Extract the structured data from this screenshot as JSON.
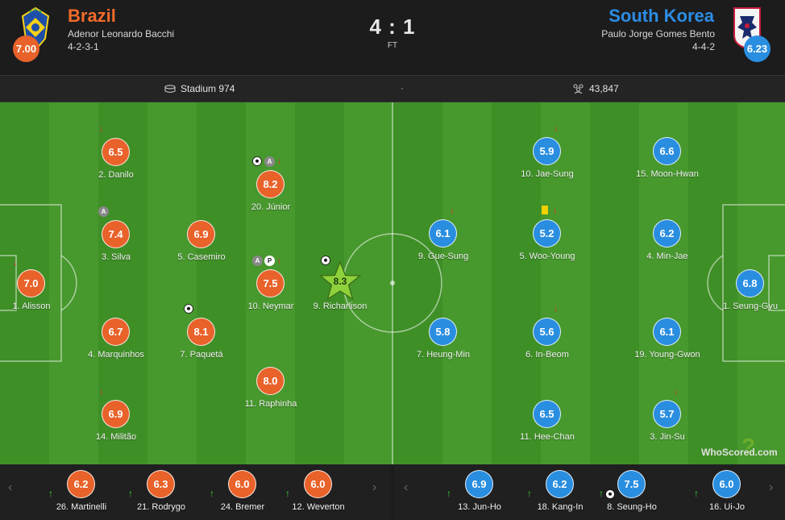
{
  "match": {
    "home": {
      "name": "Brazil",
      "coach": "Adenor Leonardo Bacchi",
      "formation": "4-2-3-1",
      "rating": "7.00",
      "color": "#e8622a"
    },
    "away": {
      "name": "South Korea",
      "coach": "Paulo Jorge Gomes Bento",
      "formation": "4-4-2",
      "rating": "6.23",
      "color": "#2a8ee0"
    },
    "score": "4 : 1",
    "status": "FT"
  },
  "info": {
    "stadium": "Stadium 974",
    "separator": "·",
    "attendance": "43,847"
  },
  "home_players": [
    {
      "name": "1. Alisson",
      "rating": "7.0",
      "icons": [
        "sub-off"
      ]
    },
    {
      "name": "2. Danilo",
      "rating": "6.5",
      "icons": [
        "sub-off"
      ]
    },
    {
      "name": "3. Silva",
      "rating": "7.4",
      "icons": [
        "captain"
      ]
    },
    {
      "name": "4. Marquinhos",
      "rating": "6.7",
      "icons": []
    },
    {
      "name": "14. Militão",
      "rating": "6.9",
      "icons": [
        "sub-off"
      ]
    },
    {
      "name": "5. Casemiro",
      "rating": "6.9",
      "icons": []
    },
    {
      "name": "7. Paquetá",
      "rating": "8.1",
      "icons": [
        "goal"
      ]
    },
    {
      "name": "20. Júnior",
      "rating": "8.2",
      "icons": [
        "goal",
        "assist",
        "sub-off"
      ]
    },
    {
      "name": "10. Neymar",
      "rating": "7.5",
      "icons": [
        "assist",
        "penalty",
        "sub-off"
      ]
    },
    {
      "name": "11. Raphinha",
      "rating": "8.0",
      "icons": []
    },
    {
      "name": "9. Richarlison",
      "rating": "8.3",
      "icons": [
        "goal",
        "man-of-the-match"
      ]
    }
  ],
  "away_players": [
    {
      "name": "1. Seung-Gyu",
      "rating": "6.8",
      "icons": []
    },
    {
      "name": "15. Moon-Hwan",
      "rating": "6.6",
      "icons": []
    },
    {
      "name": "4. Min-Jae",
      "rating": "6.2",
      "icons": []
    },
    {
      "name": "19. Young-Gwon",
      "rating": "6.1",
      "icons": []
    },
    {
      "name": "3. Jin-Su",
      "rating": "5.7",
      "icons": [
        "sub-off"
      ]
    },
    {
      "name": "10. Jae-Sung",
      "rating": "5.9",
      "icons": [
        "sub-off"
      ]
    },
    {
      "name": "5. Woo-Young",
      "rating": "5.2",
      "icons": [
        "yellow-card",
        "sub-off"
      ]
    },
    {
      "name": "6. In-Beom",
      "rating": "5.6",
      "icons": [
        "sub-off"
      ]
    },
    {
      "name": "11. Hee-Chan",
      "rating": "6.5",
      "icons": []
    },
    {
      "name": "9. Gue-Sung",
      "rating": "6.1",
      "icons": [
        "sub-off"
      ]
    },
    {
      "name": "7. Heung-Min",
      "rating": "5.8",
      "icons": []
    }
  ],
  "home_subs": [
    {
      "name": "26. Martinelli",
      "rating": "6.2"
    },
    {
      "name": "21. Rodrygo",
      "rating": "6.3"
    },
    {
      "name": "24. Bremer",
      "rating": "6.0"
    },
    {
      "name": "12. Weverton",
      "rating": "6.0"
    }
  ],
  "away_subs": [
    {
      "name": "13. Jun-Ho",
      "rating": "6.9",
      "goal": false
    },
    {
      "name": "18. Kang-In",
      "rating": "6.2",
      "goal": false
    },
    {
      "name": "8. Seung-Ho",
      "rating": "7.5",
      "goal": true
    },
    {
      "name": "16. Ui-Jo",
      "rating": "6.0",
      "goal": false
    }
  ],
  "branding": {
    "logo_text": "WhoScored.com"
  },
  "icon_legend": {
    "sub-off": "red-down-arrow-icon",
    "sub-on": "green-up-arrow-icon",
    "goal": "football-icon",
    "assist": "assist-badge-icon",
    "captain": "captain-badge-icon",
    "penalty": "penalty-badge-icon",
    "yellow-card": "yellow-card-icon",
    "man-of-the-match": "star-icon"
  }
}
